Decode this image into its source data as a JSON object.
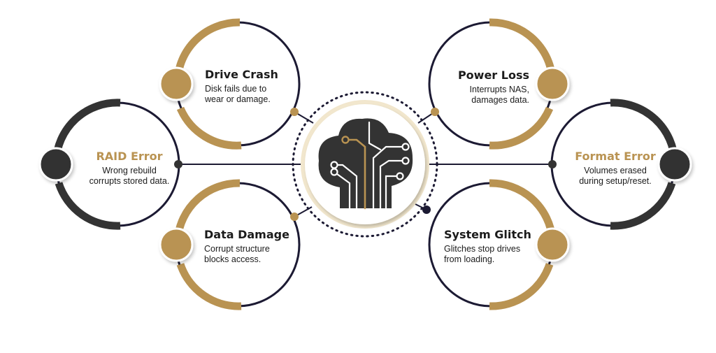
{
  "colors": {
    "gold": "#b99352",
    "dark": "#333333",
    "navy": "#1c1a33",
    "glow": "#f4ead2"
  },
  "center_icon": "brain-circuit-icon",
  "nodes": {
    "drive_crash": {
      "title": "Drive Crash",
      "desc_line1": "Disk fails due to",
      "desc_line2": "wear or damage."
    },
    "power_loss": {
      "title": "Power Loss",
      "desc_line1": "Interrupts NAS,",
      "desc_line2": "damages data."
    },
    "raid_error": {
      "title": "RAID Error",
      "desc_line1": "Wrong rebuild",
      "desc_line2": "corrupts stored data."
    },
    "format_error": {
      "title": "Format Error",
      "desc_line1": "Volumes erased",
      "desc_line2": "during setup/reset."
    },
    "data_damage": {
      "title": "Data Damage",
      "desc_line1": "Corrupt structure",
      "desc_line2": "blocks access."
    },
    "system_glitch": {
      "title": "System Glitch",
      "desc_line1": "Glitches stop drives",
      "desc_line2": "from loading."
    }
  }
}
